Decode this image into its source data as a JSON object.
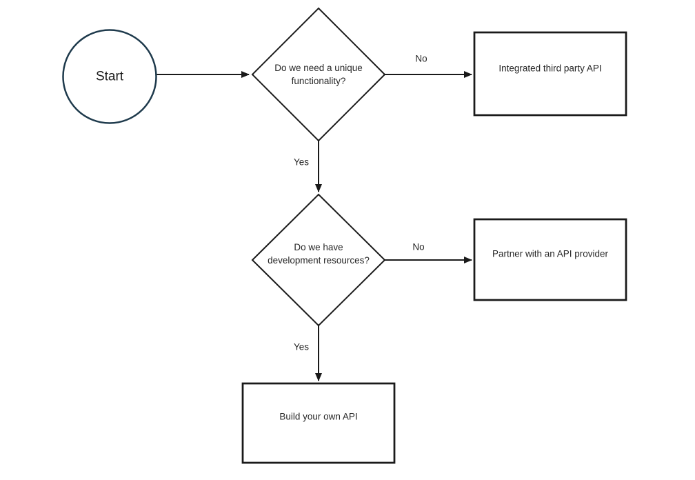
{
  "colors": {
    "line": "#1a1a1a",
    "circle-stroke": "#1e3a4c",
    "text": "#262626",
    "bg": "#ffffff"
  },
  "nodes": {
    "start": {
      "type": "circle",
      "label": "Start"
    },
    "decision1": {
      "type": "diamond",
      "label": "Do we need a unique functionality?",
      "lines": [
        "Do we need a unique",
        "functionality?"
      ]
    },
    "decision2": {
      "type": "diamond",
      "label": "Do we have development resources?",
      "lines": [
        "Do we have",
        "development resources?"
      ]
    },
    "outcome_third_party": {
      "type": "rect",
      "label": "Integrated third party API"
    },
    "outcome_partner": {
      "type": "rect",
      "label": "Partner with an API provider"
    },
    "outcome_build": {
      "type": "rect",
      "label": "Build your own API"
    }
  },
  "edges": {
    "start_to_decision1": {
      "label": ""
    },
    "decision1_no": {
      "label": "No"
    },
    "decision1_yes": {
      "label": "Yes"
    },
    "decision2_no": {
      "label": "No"
    },
    "decision2_yes": {
      "label": "Yes"
    }
  }
}
